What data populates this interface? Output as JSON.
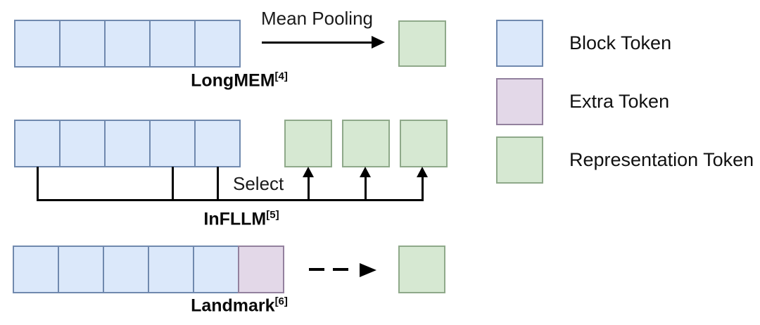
{
  "colors": {
    "block_token": {
      "fill": "#dbe8fa",
      "stroke": "#7089ae"
    },
    "extra_token": {
      "fill": "#e3d8e8",
      "stroke": "#93819e"
    },
    "representation_token": {
      "fill": "#d6e8d2",
      "stroke": "#8fa98a"
    },
    "line": "#000000"
  },
  "rows": {
    "longmem": {
      "label": "LongMEM",
      "ref": "[4]",
      "arrow_label": "Mean Pooling",
      "block_tokens": 5,
      "representation_tokens": 1,
      "arrow_style": "solid"
    },
    "infllm": {
      "label": "InFLLM",
      "ref": "[5]",
      "arrow_label": "Select",
      "block_tokens": 5,
      "representation_tokens": 3,
      "arrow_style": "solid-up"
    },
    "landmark": {
      "label": "Landmark",
      "ref": "[6]",
      "arrow_label": "",
      "block_tokens": 5,
      "extra_tokens": 1,
      "representation_tokens": 1,
      "arrow_style": "dashed"
    }
  },
  "legend": {
    "items": [
      {
        "label": "Block Token"
      },
      {
        "label": "Extra Token"
      },
      {
        "label": "Representation Token"
      }
    ]
  }
}
